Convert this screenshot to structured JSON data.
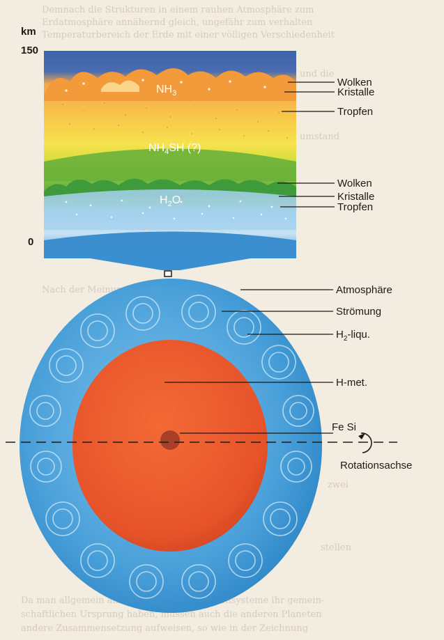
{
  "axis": {
    "unit": "km",
    "top_value": "150",
    "bottom_value": "0"
  },
  "strip_layers": {
    "nh3": "NH",
    "nh3_sub": "3",
    "nh4sh": "NH",
    "nh4sh_sub": "4",
    "nh4sh_rest": "SH (?)",
    "h2o_h": "H",
    "h2o_sub": "2",
    "h2o_o": "O"
  },
  "strip_callouts": [
    "Wolken",
    "Kristalle",
    "Tropfen",
    "Wolken",
    "Kristalle",
    "Tropfen"
  ],
  "planet_callouts": {
    "atmosphere": "Atmosphäre",
    "flow": "Strömung",
    "h2_liquid_h": "H",
    "h2_liquid_sub": "2",
    "h2_liquid_rest": "-liqu.",
    "h_metallic": "H-met.",
    "core": "Fe Si",
    "rotation_axis": "Rotationsachse"
  },
  "colors": {
    "sky": "#3d63a8",
    "clouds_orange": "#f0a040",
    "yellow": "#f6d43a",
    "green": "#7cb83a",
    "water": "#a8d0ec",
    "planet_blue": "#3e9ad6",
    "planet_red": "#e85a2c",
    "core": "#9a3a24"
  }
}
